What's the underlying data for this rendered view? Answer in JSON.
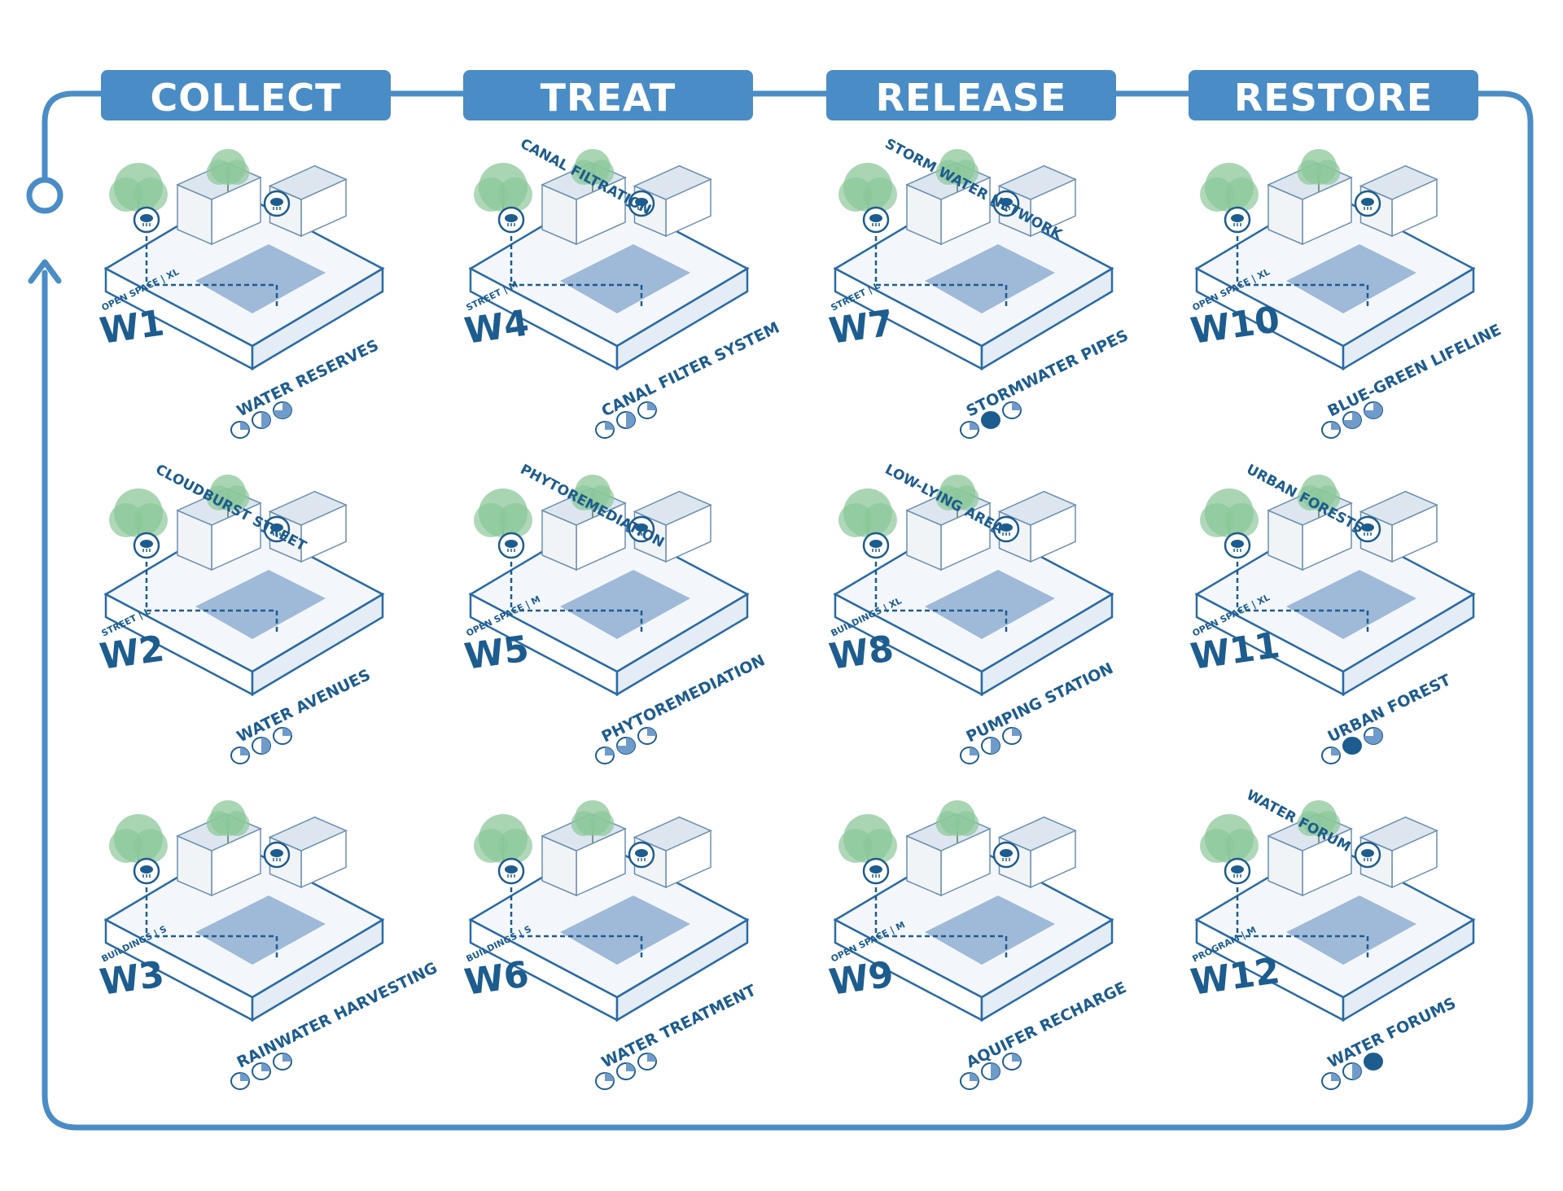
{
  "phases": [
    {
      "label": "COLLECT"
    },
    {
      "label": "TREAT"
    },
    {
      "label": "RELEASE"
    },
    {
      "label": "RESTORE"
    }
  ],
  "colors": {
    "primary": "#4a8cc6",
    "dark": "#1d5c8e",
    "water": "#5a86bd",
    "green": "#8cc79a"
  },
  "cards": [
    {
      "code": "W1",
      "meta": "OPEN SPACE | XL",
      "title": "WATER RESERVES",
      "annotation": "",
      "fills": [
        0.25,
        0.5,
        0.75
      ]
    },
    {
      "code": "W2",
      "meta": "STREET | L",
      "title": "WATER AVENUES",
      "annotation": "CLOUDBURST STREET",
      "fills": [
        0.25,
        0.5,
        0.25
      ]
    },
    {
      "code": "W3",
      "meta": "BUILDINGS | S",
      "title": "RAINWATER HARVESTING",
      "annotation": "",
      "fills": [
        0.25,
        0.25,
        0.25
      ]
    },
    {
      "code": "W4",
      "meta": "STREET | M",
      "title": "CANAL FILTER SYSTEM",
      "annotation": "CANAL FILTRATION",
      "fills": [
        0.25,
        0.5,
        0.25
      ]
    },
    {
      "code": "W5",
      "meta": "OPEN SPACE | M",
      "title": "PHYTOREMEDIATION",
      "annotation": "PHYTOREMEDIATION",
      "fills": [
        0.25,
        0.75,
        0.25
      ]
    },
    {
      "code": "W6",
      "meta": "BUILDINGS | S",
      "title": "WATER TREATMENT",
      "annotation": "",
      "fills": [
        0.25,
        0.25,
        0.25
      ]
    },
    {
      "code": "W7",
      "meta": "STREET | L",
      "title": "STORMWATER PIPES",
      "annotation": "STORM WATER NETWORK",
      "fills": [
        0.25,
        1.0,
        0.25
      ]
    },
    {
      "code": "W8",
      "meta": "BUILDINGS | XL",
      "title": "PUMPING STATION",
      "annotation": "LOW-LYING AREA",
      "fills": [
        0.25,
        0.5,
        0.25
      ]
    },
    {
      "code": "W9",
      "meta": "OPEN SPACE | M",
      "title": "AQUIFER RECHARGE",
      "annotation": "",
      "fills": [
        0.25,
        0.5,
        0.25
      ]
    },
    {
      "code": "W10",
      "meta": "OPEN SPACE | XL",
      "title": "BLUE-GREEN LIFELINE",
      "annotation": "",
      "fills": [
        0.25,
        0.75,
        0.75
      ]
    },
    {
      "code": "W11",
      "meta": "OPEN SPACE | XL",
      "title": "URBAN FOREST",
      "annotation": "URBAN FORESTS",
      "fills": [
        0.25,
        1.0,
        0.75
      ]
    },
    {
      "code": "W12",
      "meta": "PROGRAM | M",
      "title": "WATER FORUMS",
      "annotation": "WATER FORUM",
      "fills": [
        0.25,
        0.5,
        1.0
      ]
    }
  ]
}
